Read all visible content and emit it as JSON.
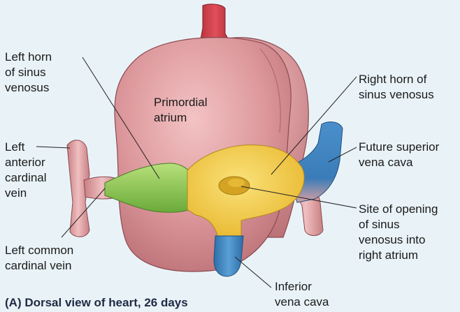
{
  "colors": {
    "background": "#e9f3f7",
    "heart": "#d98f94",
    "left_horn": "#8ac850",
    "sinus_body": "#f1c93c",
    "veins_blue": "#3f85c0",
    "vein_pink": "#e2a2a3"
  },
  "labels": {
    "left_horn": "Left horn\nof sinus\nvenosus",
    "primordial_atrium": "Primordial\natrium",
    "right_horn": "Right horn of\nsinus venosus",
    "left_anterior_cardinal": "Left\nanterior\ncardinal\nvein",
    "future_svc": "Future superior\nvena cava",
    "site_of_opening": "Site of opening\nof sinus\nvenosus into\nright atrium",
    "left_common_cardinal": "Left common\ncardinal vein",
    "inferior_vena_cava": "Inferior\nvena cava"
  },
  "caption": "(A) Dorsal view of heart, 26 days"
}
